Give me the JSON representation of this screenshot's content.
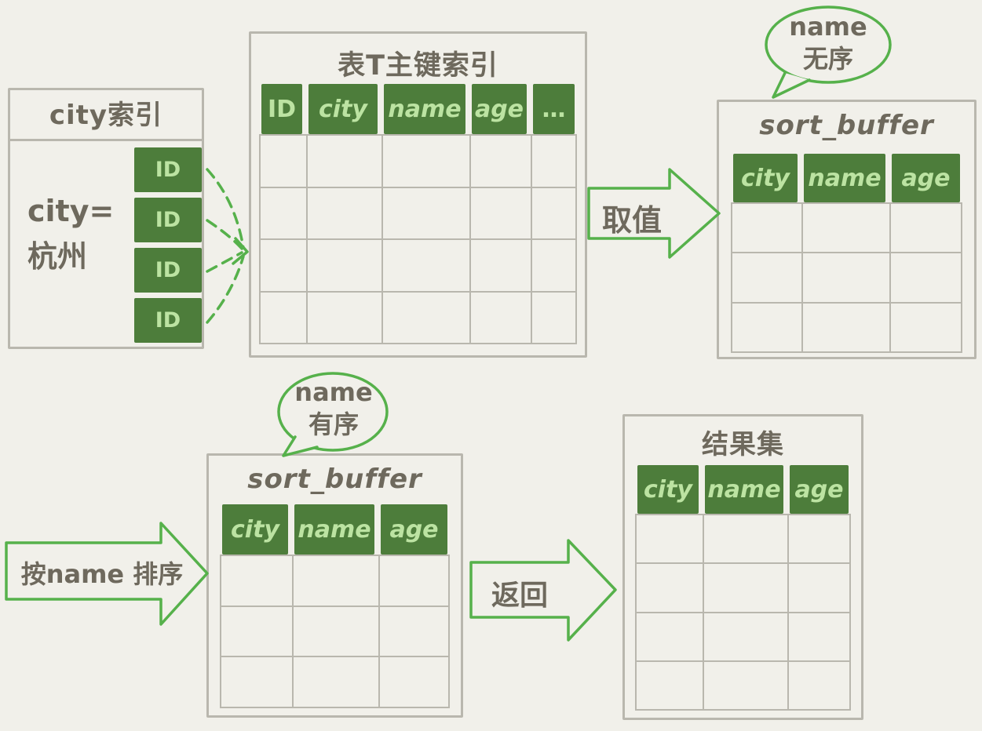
{
  "palette": {
    "background": "#f1f0ea",
    "ink": "#6e695d",
    "table_border": "#b9b7ae",
    "header_green": "#4d7d3b",
    "header_text_green": "#bce3a2",
    "arrow_green": "#56b14b"
  },
  "city_index": {
    "title": "city索引",
    "filter_line1": "city=",
    "filter_line2": "杭州",
    "id_cells": [
      "ID",
      "ID",
      "ID",
      "ID"
    ]
  },
  "primary_key_table": {
    "title": "表T主键索引",
    "columns": [
      "ID",
      "city",
      "name",
      "age",
      "…"
    ],
    "rows": 4
  },
  "sort_buffer_top": {
    "title": "sort_buffer",
    "columns": [
      "city",
      "name",
      "age"
    ],
    "rows": 3,
    "bubble": {
      "line1": "name",
      "line2": "无序"
    }
  },
  "sort_buffer_bottom": {
    "title": "sort_buffer",
    "columns": [
      "city",
      "name",
      "age"
    ],
    "rows": 3,
    "bubble": {
      "line1": "name",
      "line2": "有序"
    }
  },
  "result_set": {
    "title": "结果集",
    "columns": [
      "city",
      "name",
      "age"
    ],
    "rows": 4
  },
  "arrows": {
    "take_value": "取值",
    "sort_by_name": "按name 排序",
    "return_label": "返回"
  }
}
